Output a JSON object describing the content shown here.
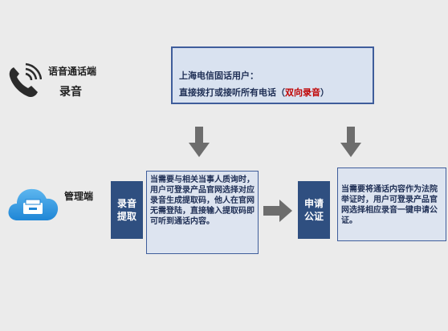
{
  "voice_section": {
    "title": "语音通话端",
    "subtitle": "录音"
  },
  "top_box": {
    "line1": "上海电信固话用户：",
    "line2_prefix": "直接拨打或接听所有电话（",
    "line2_highlight": "双向录音",
    "line2_suffix": "）"
  },
  "management": {
    "label": "管理端"
  },
  "retrieve": {
    "label": "录音\n提取",
    "description": "当需要与相关当事人质询时，用户可登录产品官网选择对应录音生成提取码，他人在官网无需登陆，直接输入提取码即可听到通话内容。"
  },
  "notarize": {
    "label": "申请\n公证",
    "description": "当需要将通话内容作为法院举证时，用户可登录产品官网选择相应录音一键申请公证。"
  },
  "colors": {
    "background": "#ebebeb",
    "dark_box": "#2f4f80",
    "light_box": "#dde4f0",
    "border": "#3f5d9b",
    "highlight": "#c00000",
    "arrow": "#6d6d6d"
  }
}
